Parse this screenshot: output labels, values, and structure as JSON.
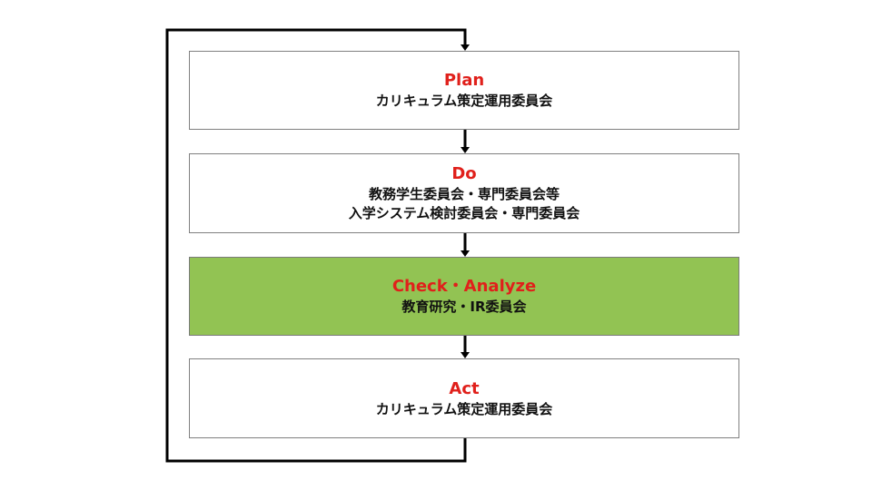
{
  "diagram": {
    "stages": [
      {
        "id": "plan",
        "title": "Plan",
        "lines": [
          "カリキュラム策定運用委員会"
        ],
        "highlighted": false
      },
      {
        "id": "do",
        "title": "Do",
        "lines": [
          "教務学生委員会・専門委員会等",
          "入学システム検討委員会・専門委員会"
        ],
        "highlighted": false
      },
      {
        "id": "check",
        "title": "Check・Analyze",
        "lines": [
          "教育研究・IR委員会"
        ],
        "highlighted": true
      },
      {
        "id": "act",
        "title": "Act",
        "lines": [
          "カリキュラム策定運用委員会"
        ],
        "highlighted": false
      }
    ],
    "colors": {
      "title": "#e0201b",
      "text": "#111111",
      "highlight_fill": "#92c353",
      "box_border": "#808080",
      "connector": "#000000"
    }
  }
}
